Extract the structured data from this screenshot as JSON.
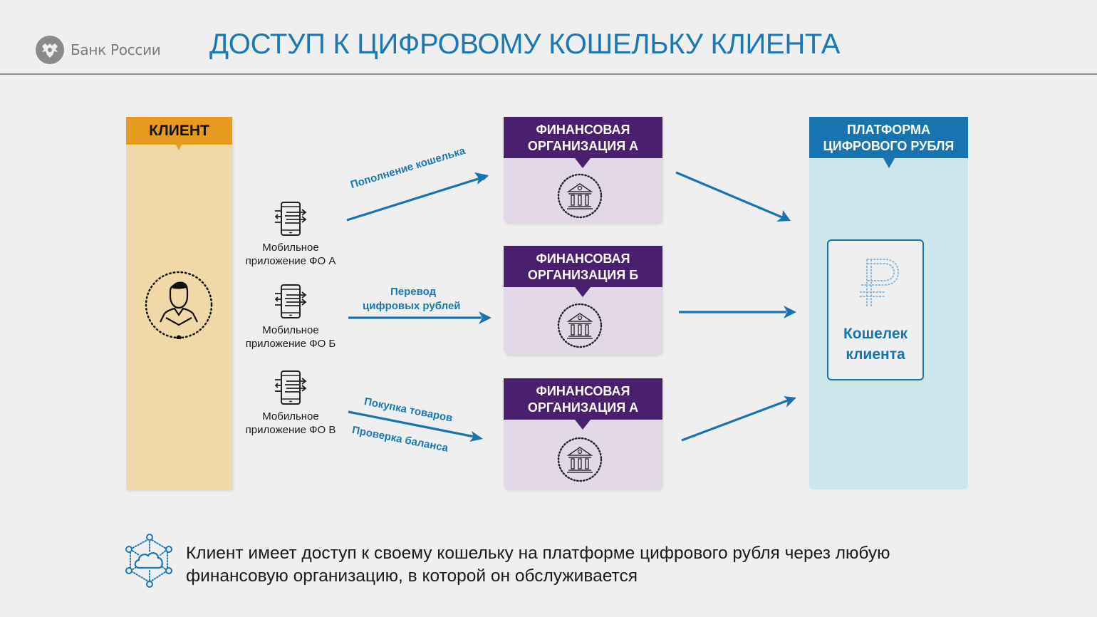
{
  "header": {
    "logo_text": "Банк России",
    "title": "ДОСТУП К ЦИФРОВОМУ КОШЕЛЬКУ КЛИЕНТА"
  },
  "client": {
    "label": "КЛИЕНТ"
  },
  "apps": [
    {
      "line1": "Мобильное",
      "line2": "приложение ФО А"
    },
    {
      "line1": "Мобильное",
      "line2": "приложение ФО Б"
    },
    {
      "line1": "Мобильное",
      "line2": "приложение ФО В"
    }
  ],
  "flows": {
    "top": "Пополнение кошелька",
    "middle_line1": "Перевод",
    "middle_line2": "цифровых рублей",
    "bottom_upper": "Покупка товаров",
    "bottom_lower": "Проверка баланса"
  },
  "organizations": [
    {
      "line1": "ФИНАНСОВАЯ",
      "line2": "ОРГАНИЗАЦИЯ А"
    },
    {
      "line1": "ФИНАНСОВАЯ",
      "line2": "ОРГАНИЗАЦИЯ Б"
    },
    {
      "line1": "ФИНАНСОВАЯ",
      "line2": "ОРГАНИЗАЦИЯ А"
    }
  ],
  "platform": {
    "line1": "ПЛАТФОРМА",
    "line2": "ЦИФРОВОГО РУБЛЯ",
    "wallet_line1": "Кошелек",
    "wallet_line2": "клиента"
  },
  "footer": {
    "line1": "Клиент имеет доступ к своему кошельку на платформе цифрового рубля через любую",
    "line2": "финансовую организацию, в которой он обслуживается"
  },
  "colors": {
    "title_blue": "#1a78b4",
    "client_orange": "#e79b1e",
    "client_fill": "#f0d8a8",
    "org_purple": "#4a1f6e",
    "org_fill": "#e2d8e8",
    "platform_blue": "#1774b0",
    "platform_fill": "#cce6eb",
    "arrow_blue": "#1774b0"
  }
}
